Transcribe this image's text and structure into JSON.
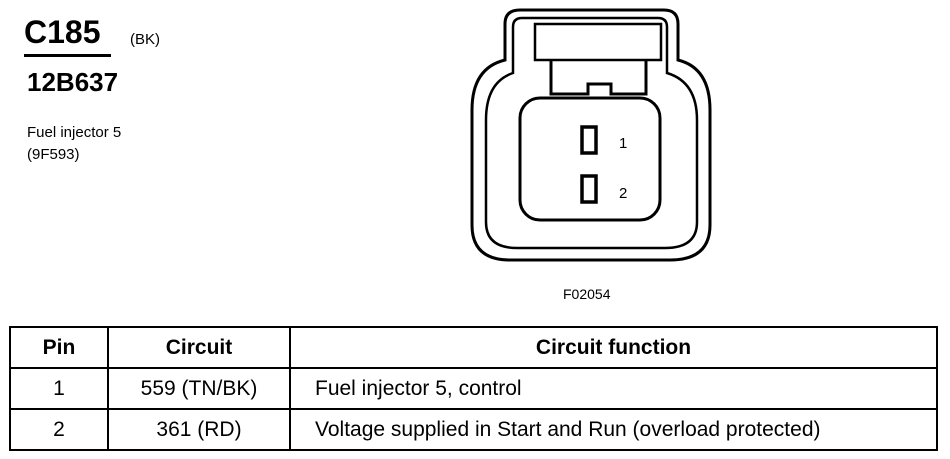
{
  "connector": {
    "id": "C185",
    "color_code": "(BK)",
    "part_number": "12B637",
    "description_line1": "Fuel injector 5",
    "description_line2": "(9F593)"
  },
  "drawing": {
    "pin_labels": [
      "1",
      "2"
    ],
    "figure_ref": "F02054"
  },
  "table": {
    "headers": [
      "Pin",
      "Circuit",
      "Circuit function"
    ],
    "rows": [
      {
        "pin": "1",
        "circuit": "559 (TN/BK)",
        "function": "Fuel injector 5, control"
      },
      {
        "pin": "2",
        "circuit": "361 (RD)",
        "function": "Voltage supplied in Start and Run (overload protected)"
      }
    ]
  }
}
